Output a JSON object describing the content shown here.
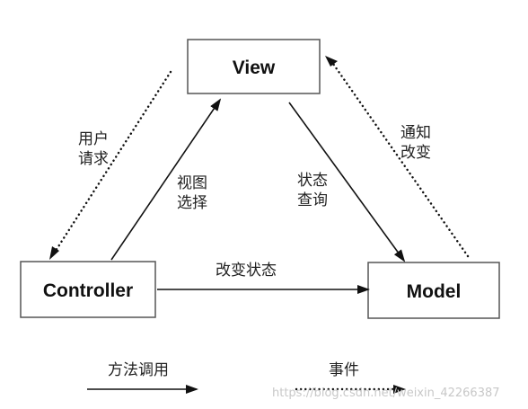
{
  "nodes": {
    "view": "View",
    "controller": "Controller",
    "model": "Model"
  },
  "edges": {
    "user_request": [
      "用户",
      "请求"
    ],
    "view_select": [
      "视图",
      "选择"
    ],
    "state_query": [
      "状态",
      "查询"
    ],
    "notify_change": [
      "通知",
      "改变"
    ],
    "change_state": "改变状态"
  },
  "legend": {
    "method_call": "方法调用",
    "event": "事件"
  },
  "watermark": "https://blog.csdn.net/weixin_42266387",
  "colors": {
    "line": "#111111",
    "box_border": "#555555",
    "background": "#ffffff"
  }
}
